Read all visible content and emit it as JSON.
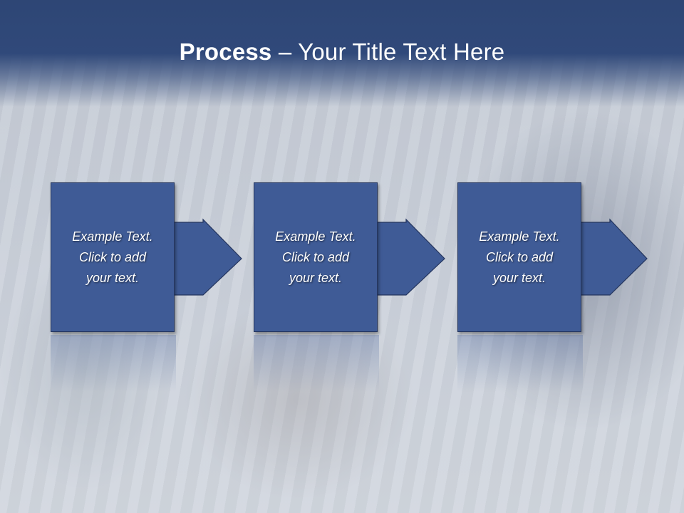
{
  "title": {
    "bold_part": "Process",
    "rest": " – Your Title Text Here"
  },
  "steps": [
    {
      "text": "Example Text.\nClick  to add\nyour text."
    },
    {
      "text": "Example Text.\nClick  to add\nyour text."
    },
    {
      "text": "Example Text.\nClick  to add\nyour text."
    }
  ],
  "colors": {
    "title_band": "#2e4675",
    "box_fill": "#3f5b96",
    "box_border": "#24355e"
  }
}
